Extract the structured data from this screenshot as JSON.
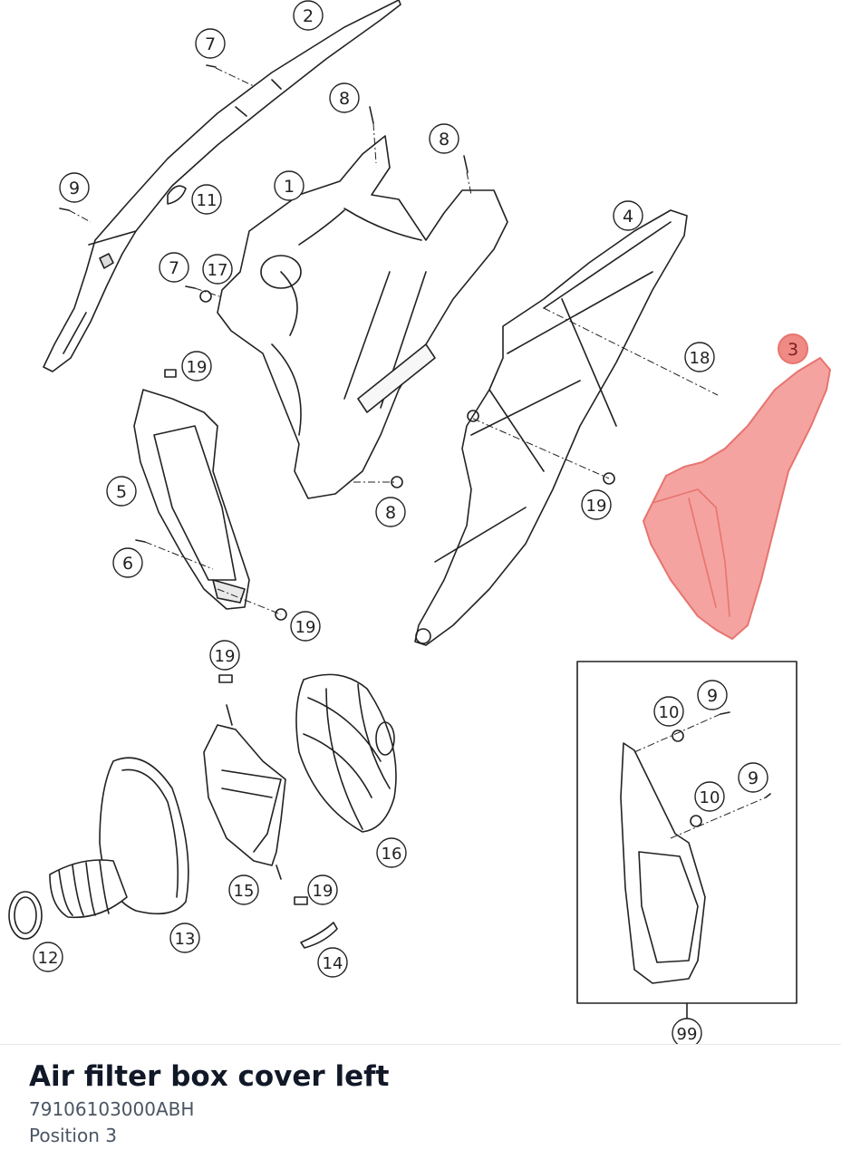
{
  "part": {
    "title": "Air filter box cover left",
    "number": "79106103000ABH",
    "position": "Position 3"
  },
  "callouts": [
    {
      "id": "c2",
      "label": "2"
    },
    {
      "id": "c7a",
      "label": "7"
    },
    {
      "id": "c8a",
      "label": "8"
    },
    {
      "id": "c8b",
      "label": "8"
    },
    {
      "id": "c1",
      "label": "1"
    },
    {
      "id": "c9a",
      "label": "9"
    },
    {
      "id": "c11",
      "label": "11"
    },
    {
      "id": "c4",
      "label": "4"
    },
    {
      "id": "c7b",
      "label": "7"
    },
    {
      "id": "c17",
      "label": "17"
    },
    {
      "id": "c3",
      "label": "3"
    },
    {
      "id": "c18",
      "label": "18"
    },
    {
      "id": "c19a",
      "label": "19"
    },
    {
      "id": "c5",
      "label": "5"
    },
    {
      "id": "c8c",
      "label": "8"
    },
    {
      "id": "c19b",
      "label": "19"
    },
    {
      "id": "c6",
      "label": "6"
    },
    {
      "id": "c19c",
      "label": "19"
    },
    {
      "id": "c19d",
      "label": "19"
    },
    {
      "id": "c10a",
      "label": "10"
    },
    {
      "id": "c9b",
      "label": "9"
    },
    {
      "id": "c9c",
      "label": "9"
    },
    {
      "id": "c10b",
      "label": "10"
    },
    {
      "id": "c16",
      "label": "16"
    },
    {
      "id": "c15",
      "label": "15"
    },
    {
      "id": "c19e",
      "label": "19"
    },
    {
      "id": "c13",
      "label": "13"
    },
    {
      "id": "c12",
      "label": "12"
    },
    {
      "id": "c14",
      "label": "14"
    },
    {
      "id": "c99",
      "label": "99"
    }
  ],
  "colors": {
    "highlight_fill": "#f4a3a0",
    "highlight_stroke": "#e7746f",
    "badge_fill": "#f08a85",
    "line": "#222222"
  }
}
